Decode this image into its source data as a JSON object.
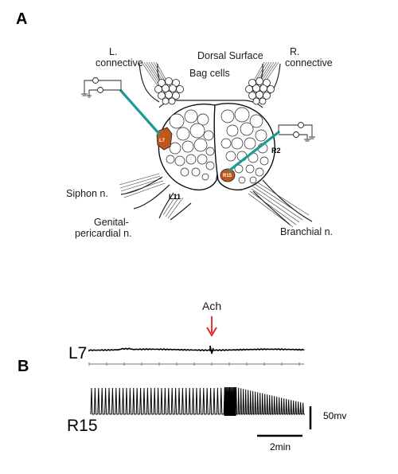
{
  "panels": {
    "a": "A",
    "b": "B"
  },
  "anatomy": {
    "dorsal_surface": "Dorsal Surface",
    "bag_cells": "Bag cells",
    "left_connective": [
      "L.",
      "connective"
    ],
    "right_connective": [
      "R.",
      "connective"
    ],
    "siphon_nerve": "Siphon n.",
    "genital_nerve": [
      "Genital-",
      "pericardial n."
    ],
    "branchial_nerve": "Branchial n.",
    "neurons": {
      "l7": "L7",
      "r15": "R15",
      "r2": "R2",
      "l11": "L11"
    }
  },
  "colors": {
    "neuron_fill": "#c0561a",
    "electrode": "#1d9a93",
    "stimulus_arrow": "#e21b1b",
    "ink": "#000000"
  },
  "recording": {
    "stimulus_label": "Ach",
    "trace_l7": "L7",
    "trace_r15": "R15",
    "scale_voltage": "50mv",
    "scale_time": "2min"
  }
}
